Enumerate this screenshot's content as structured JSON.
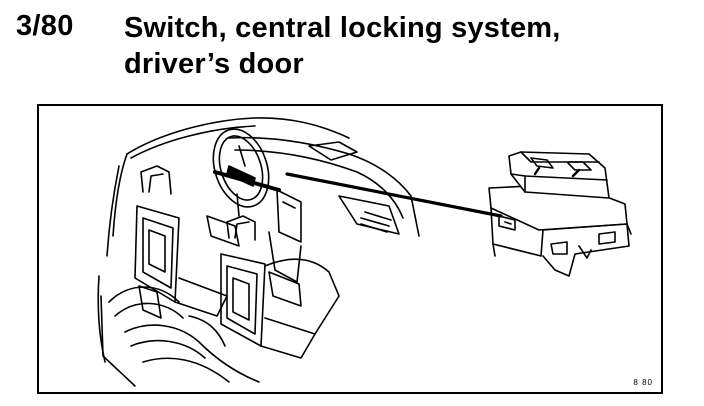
{
  "heading": {
    "item_number": "3/80",
    "title_line1": "Switch, central locking system,",
    "title_line2": "driver’s door"
  },
  "figure": {
    "reference": "8 80"
  },
  "colors": {
    "ink": "#000000",
    "paper": "#ffffff"
  }
}
